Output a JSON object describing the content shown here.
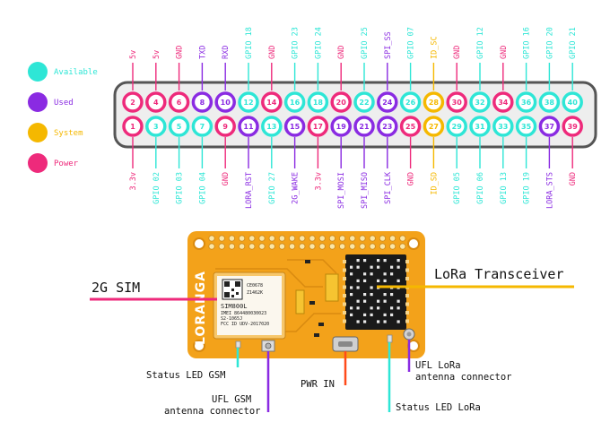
{
  "colors": {
    "available": "#2ee6d6",
    "used": "#8a2be2",
    "system": "#f5b800",
    "power": "#ee2a7b",
    "header_bg": "#eeeeee",
    "header_border": "#555555",
    "board": "#f3a21a",
    "board_dark": "#d98a10",
    "text": "#111111"
  },
  "legend": [
    {
      "type": "available",
      "label": "Available"
    },
    {
      "type": "used",
      "label": "Used"
    },
    {
      "type": "system",
      "label": "System"
    },
    {
      "type": "power",
      "label": "Power"
    }
  ],
  "header": {
    "top_row": [
      {
        "num": "2",
        "label": "5v",
        "type": "power"
      },
      {
        "num": "4",
        "label": "5v",
        "type": "power"
      },
      {
        "num": "6",
        "label": "GND",
        "type": "power"
      },
      {
        "num": "8",
        "label": "TXD",
        "type": "used"
      },
      {
        "num": "10",
        "label": "RXD",
        "type": "used"
      },
      {
        "num": "12",
        "label": "GPIO 18",
        "type": "available"
      },
      {
        "num": "14",
        "label": "GND",
        "type": "power"
      },
      {
        "num": "16",
        "label": "GPIO 23",
        "type": "available"
      },
      {
        "num": "18",
        "label": "GPIO 24",
        "type": "available"
      },
      {
        "num": "20",
        "label": "GND",
        "type": "power"
      },
      {
        "num": "22",
        "label": "GPIO 25",
        "type": "available"
      },
      {
        "num": "24",
        "label": "SPI_SS",
        "type": "used"
      },
      {
        "num": "26",
        "label": "GPIO 07",
        "type": "available"
      },
      {
        "num": "28",
        "label": "ID_SC",
        "type": "system"
      },
      {
        "num": "30",
        "label": "GND",
        "type": "power"
      },
      {
        "num": "32",
        "label": "GPIO 12",
        "type": "available"
      },
      {
        "num": "34",
        "label": "GND",
        "type": "power"
      },
      {
        "num": "36",
        "label": "GPIO 16",
        "type": "available"
      },
      {
        "num": "38",
        "label": "GPIO 20",
        "type": "available"
      },
      {
        "num": "40",
        "label": "GPIO 21",
        "type": "available"
      }
    ],
    "bottom_row": [
      {
        "num": "1",
        "label": "3.3v",
        "type": "power"
      },
      {
        "num": "3",
        "label": "GPIO 02",
        "type": "available"
      },
      {
        "num": "5",
        "label": "GPIO 03",
        "type": "available"
      },
      {
        "num": "7",
        "label": "GPIO 04",
        "type": "available"
      },
      {
        "num": "9",
        "label": "GND",
        "type": "power"
      },
      {
        "num": "11",
        "label": "LORA_RST",
        "type": "used"
      },
      {
        "num": "13",
        "label": "GPIO 27",
        "type": "available"
      },
      {
        "num": "15",
        "label": "2G_WAKE",
        "type": "used"
      },
      {
        "num": "17",
        "label": "3.3v",
        "type": "power"
      },
      {
        "num": "19",
        "label": "SPI_MOSI",
        "type": "used"
      },
      {
        "num": "21",
        "label": "SPI_MISO",
        "type": "used"
      },
      {
        "num": "23",
        "label": "SPI_CLK",
        "type": "used"
      },
      {
        "num": "25",
        "label": "GND",
        "type": "power"
      },
      {
        "num": "27",
        "label": "ID_SD",
        "type": "system"
      },
      {
        "num": "29",
        "label": "GPIO 05",
        "type": "available"
      },
      {
        "num": "31",
        "label": "GPIO 06",
        "type": "available"
      },
      {
        "num": "33",
        "label": "GPIO 13",
        "type": "available"
      },
      {
        "num": "35",
        "label": "GPIO 19",
        "type": "available"
      },
      {
        "num": "37",
        "label": "LORA_STS",
        "type": "used"
      },
      {
        "num": "39",
        "label": "GND",
        "type": "power"
      }
    ]
  },
  "board": {
    "brand": "LORANGA",
    "gsm_chip": {
      "line1": "SIM800L",
      "line2": "IMEI 864480030023",
      "line3": "S2-1065J",
      "line4": "FCC ID UDV-2017020",
      "line5": "CE0678",
      "line6": "Z1462K"
    }
  },
  "callouts": {
    "sim": "2G SIM",
    "lora": "LoRa Transceiver",
    "status_gsm": "Status LED GSM",
    "ufl_gsm_1": "UFL GSM",
    "ufl_gsm_2": "antenna connector",
    "pwr": "PWR IN",
    "ufl_lora_1": "UFL LoRa",
    "ufl_lora_2": "antenna connector",
    "status_lora": "Status LED LoRa"
  }
}
